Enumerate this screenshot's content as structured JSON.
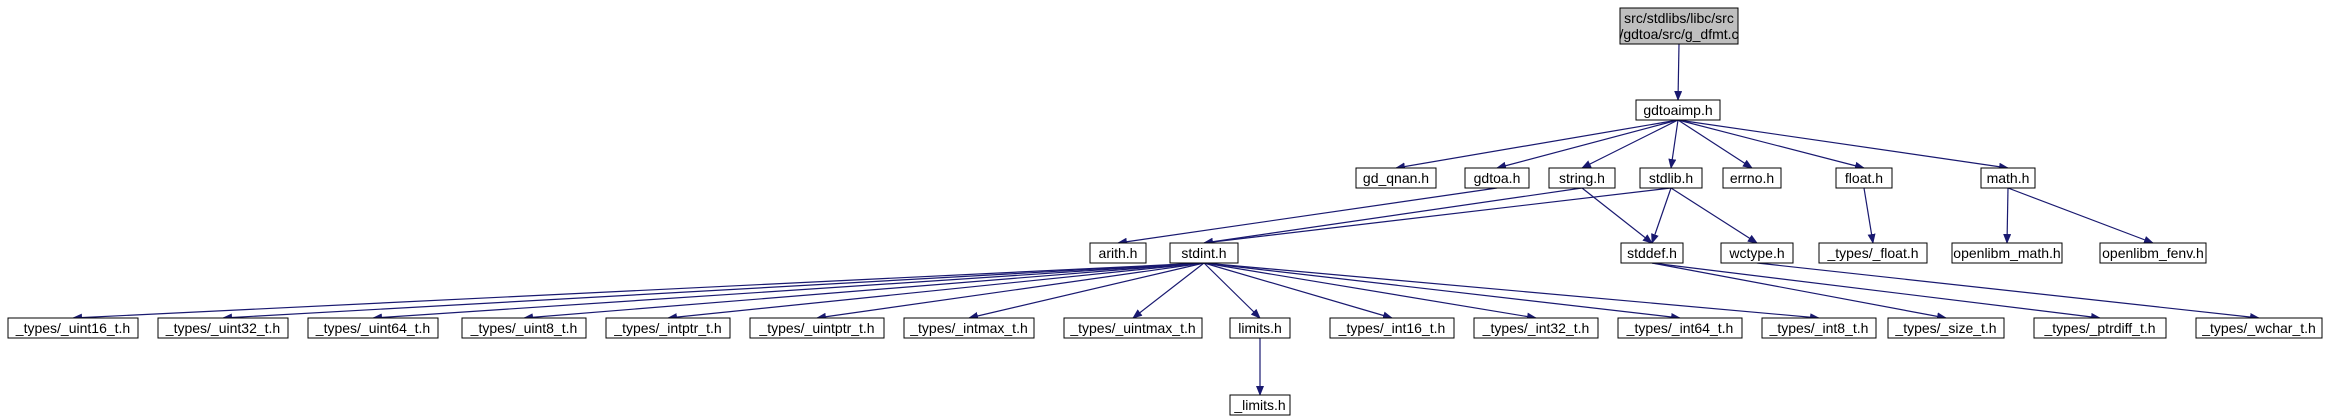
{
  "diagram": {
    "type": "include-dependency-graph",
    "colors": {
      "root_fill": "#bfbfbf",
      "node_fill": "#ffffff",
      "border": "#000000",
      "edge": "#191970"
    },
    "nodes": [
      {
        "id": "root",
        "lines": [
          "src/stdlibs/libc/src",
          "/gdtoa/src/g_dfmt.c"
        ]
      },
      {
        "id": "gdtoaimp",
        "lines": [
          "gdtoaimp.h"
        ]
      },
      {
        "id": "gd_qnan",
        "lines": [
          "gd_qnan.h"
        ]
      },
      {
        "id": "gdtoa",
        "lines": [
          "gdtoa.h"
        ]
      },
      {
        "id": "string",
        "lines": [
          "string.h"
        ]
      },
      {
        "id": "stdlib",
        "lines": [
          "stdlib.h"
        ]
      },
      {
        "id": "errno",
        "lines": [
          "errno.h"
        ]
      },
      {
        "id": "float",
        "lines": [
          "float.h"
        ]
      },
      {
        "id": "math",
        "lines": [
          "math.h"
        ]
      },
      {
        "id": "arith",
        "lines": [
          "arith.h"
        ]
      },
      {
        "id": "stdint",
        "lines": [
          "stdint.h"
        ]
      },
      {
        "id": "stddef",
        "lines": [
          "stddef.h"
        ]
      },
      {
        "id": "wctype",
        "lines": [
          "wctype.h"
        ]
      },
      {
        "id": "types_float",
        "lines": [
          "_types/_float.h"
        ]
      },
      {
        "id": "openlibm_math",
        "lines": [
          "openlibm_math.h"
        ]
      },
      {
        "id": "openlibm_fenv",
        "lines": [
          "openlibm_fenv.h"
        ]
      },
      {
        "id": "uint16",
        "lines": [
          "_types/_uint16_t.h"
        ]
      },
      {
        "id": "uint32",
        "lines": [
          "_types/_uint32_t.h"
        ]
      },
      {
        "id": "uint64",
        "lines": [
          "_types/_uint64_t.h"
        ]
      },
      {
        "id": "uint8",
        "lines": [
          "_types/_uint8_t.h"
        ]
      },
      {
        "id": "intptr",
        "lines": [
          "_types/_intptr_t.h"
        ]
      },
      {
        "id": "uintptr",
        "lines": [
          "_types/_uintptr_t.h"
        ]
      },
      {
        "id": "intmax",
        "lines": [
          "_types/_intmax_t.h"
        ]
      },
      {
        "id": "uintmax",
        "lines": [
          "_types/_uintmax_t.h"
        ]
      },
      {
        "id": "limits",
        "lines": [
          "limits.h"
        ]
      },
      {
        "id": "int16",
        "lines": [
          "_types/_int16_t.h"
        ]
      },
      {
        "id": "int32",
        "lines": [
          "_types/_int32_t.h"
        ]
      },
      {
        "id": "int64",
        "lines": [
          "_types/_int64_t.h"
        ]
      },
      {
        "id": "int8",
        "lines": [
          "_types/_int8_t.h"
        ]
      },
      {
        "id": "size_t",
        "lines": [
          "_types/_size_t.h"
        ]
      },
      {
        "id": "ptrdiff",
        "lines": [
          "_types/_ptrdiff_t.h"
        ]
      },
      {
        "id": "wchar",
        "lines": [
          "_types/_wchar_t.h"
        ]
      },
      {
        "id": "limits_",
        "lines": [
          "_limits.h"
        ]
      }
    ],
    "edges": [
      [
        "root",
        "gdtoaimp"
      ],
      [
        "gdtoaimp",
        "gd_qnan"
      ],
      [
        "gdtoaimp",
        "gdtoa"
      ],
      [
        "gdtoaimp",
        "string"
      ],
      [
        "gdtoaimp",
        "stdlib"
      ],
      [
        "gdtoaimp",
        "errno"
      ],
      [
        "gdtoaimp",
        "float"
      ],
      [
        "gdtoaimp",
        "math"
      ],
      [
        "gdtoa",
        "arith"
      ],
      [
        "string",
        "stdint"
      ],
      [
        "string",
        "stddef"
      ],
      [
        "stdlib",
        "stdint"
      ],
      [
        "stdlib",
        "stddef"
      ],
      [
        "stdlib",
        "wctype"
      ],
      [
        "float",
        "types_float"
      ],
      [
        "math",
        "openlibm_math"
      ],
      [
        "math",
        "openlibm_fenv"
      ],
      [
        "stdint",
        "uint16"
      ],
      [
        "stdint",
        "uint32"
      ],
      [
        "stdint",
        "uint64"
      ],
      [
        "stdint",
        "uint8"
      ],
      [
        "stdint",
        "intptr"
      ],
      [
        "stdint",
        "uintptr"
      ],
      [
        "stdint",
        "intmax"
      ],
      [
        "stdint",
        "uintmax"
      ],
      [
        "stdint",
        "limits"
      ],
      [
        "stdint",
        "int16"
      ],
      [
        "stdint",
        "int32"
      ],
      [
        "stdint",
        "int64"
      ],
      [
        "stdint",
        "int8"
      ],
      [
        "stddef",
        "size_t"
      ],
      [
        "stddef",
        "ptrdiff"
      ],
      [
        "wctype",
        "wchar"
      ],
      [
        "limits",
        "limits_"
      ]
    ]
  }
}
